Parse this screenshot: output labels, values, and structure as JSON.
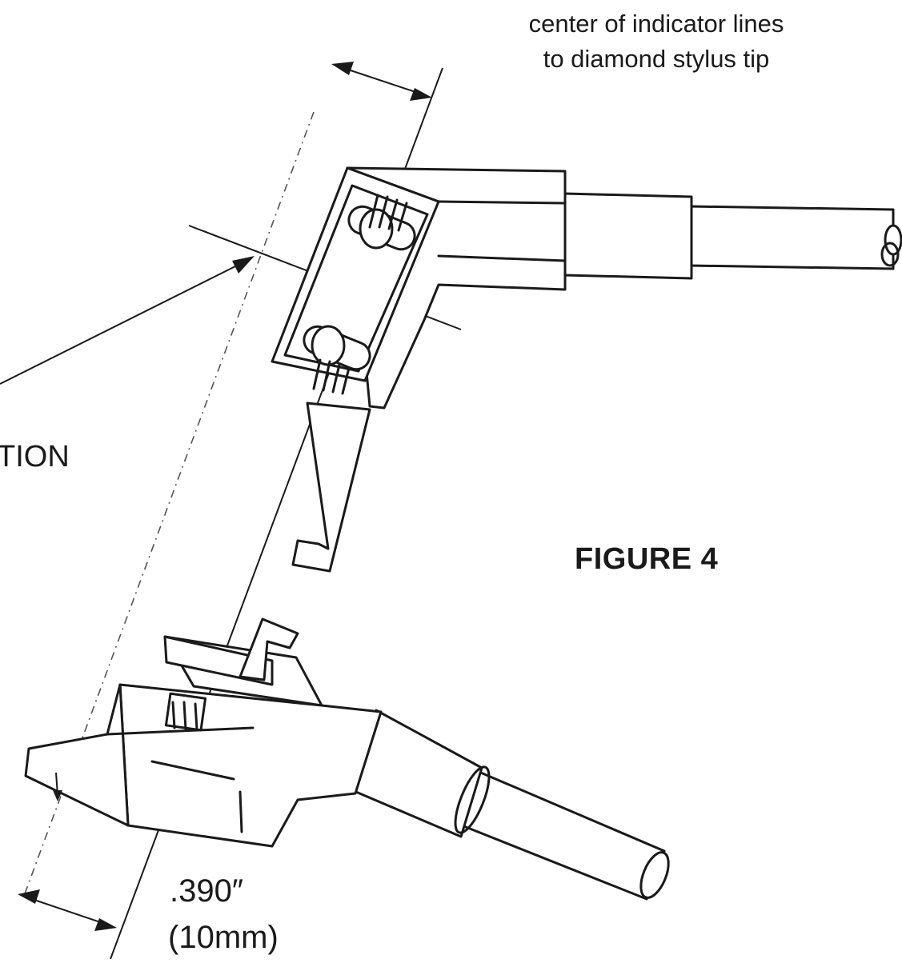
{
  "labels": {
    "top_line1": "center of indicator lines",
    "top_line2": "to diamond stylus tip",
    "figure": "FIGURE 4",
    "partial": "TION",
    "dim_inch": ".390″",
    "dim_mm": "(10mm)"
  }
}
